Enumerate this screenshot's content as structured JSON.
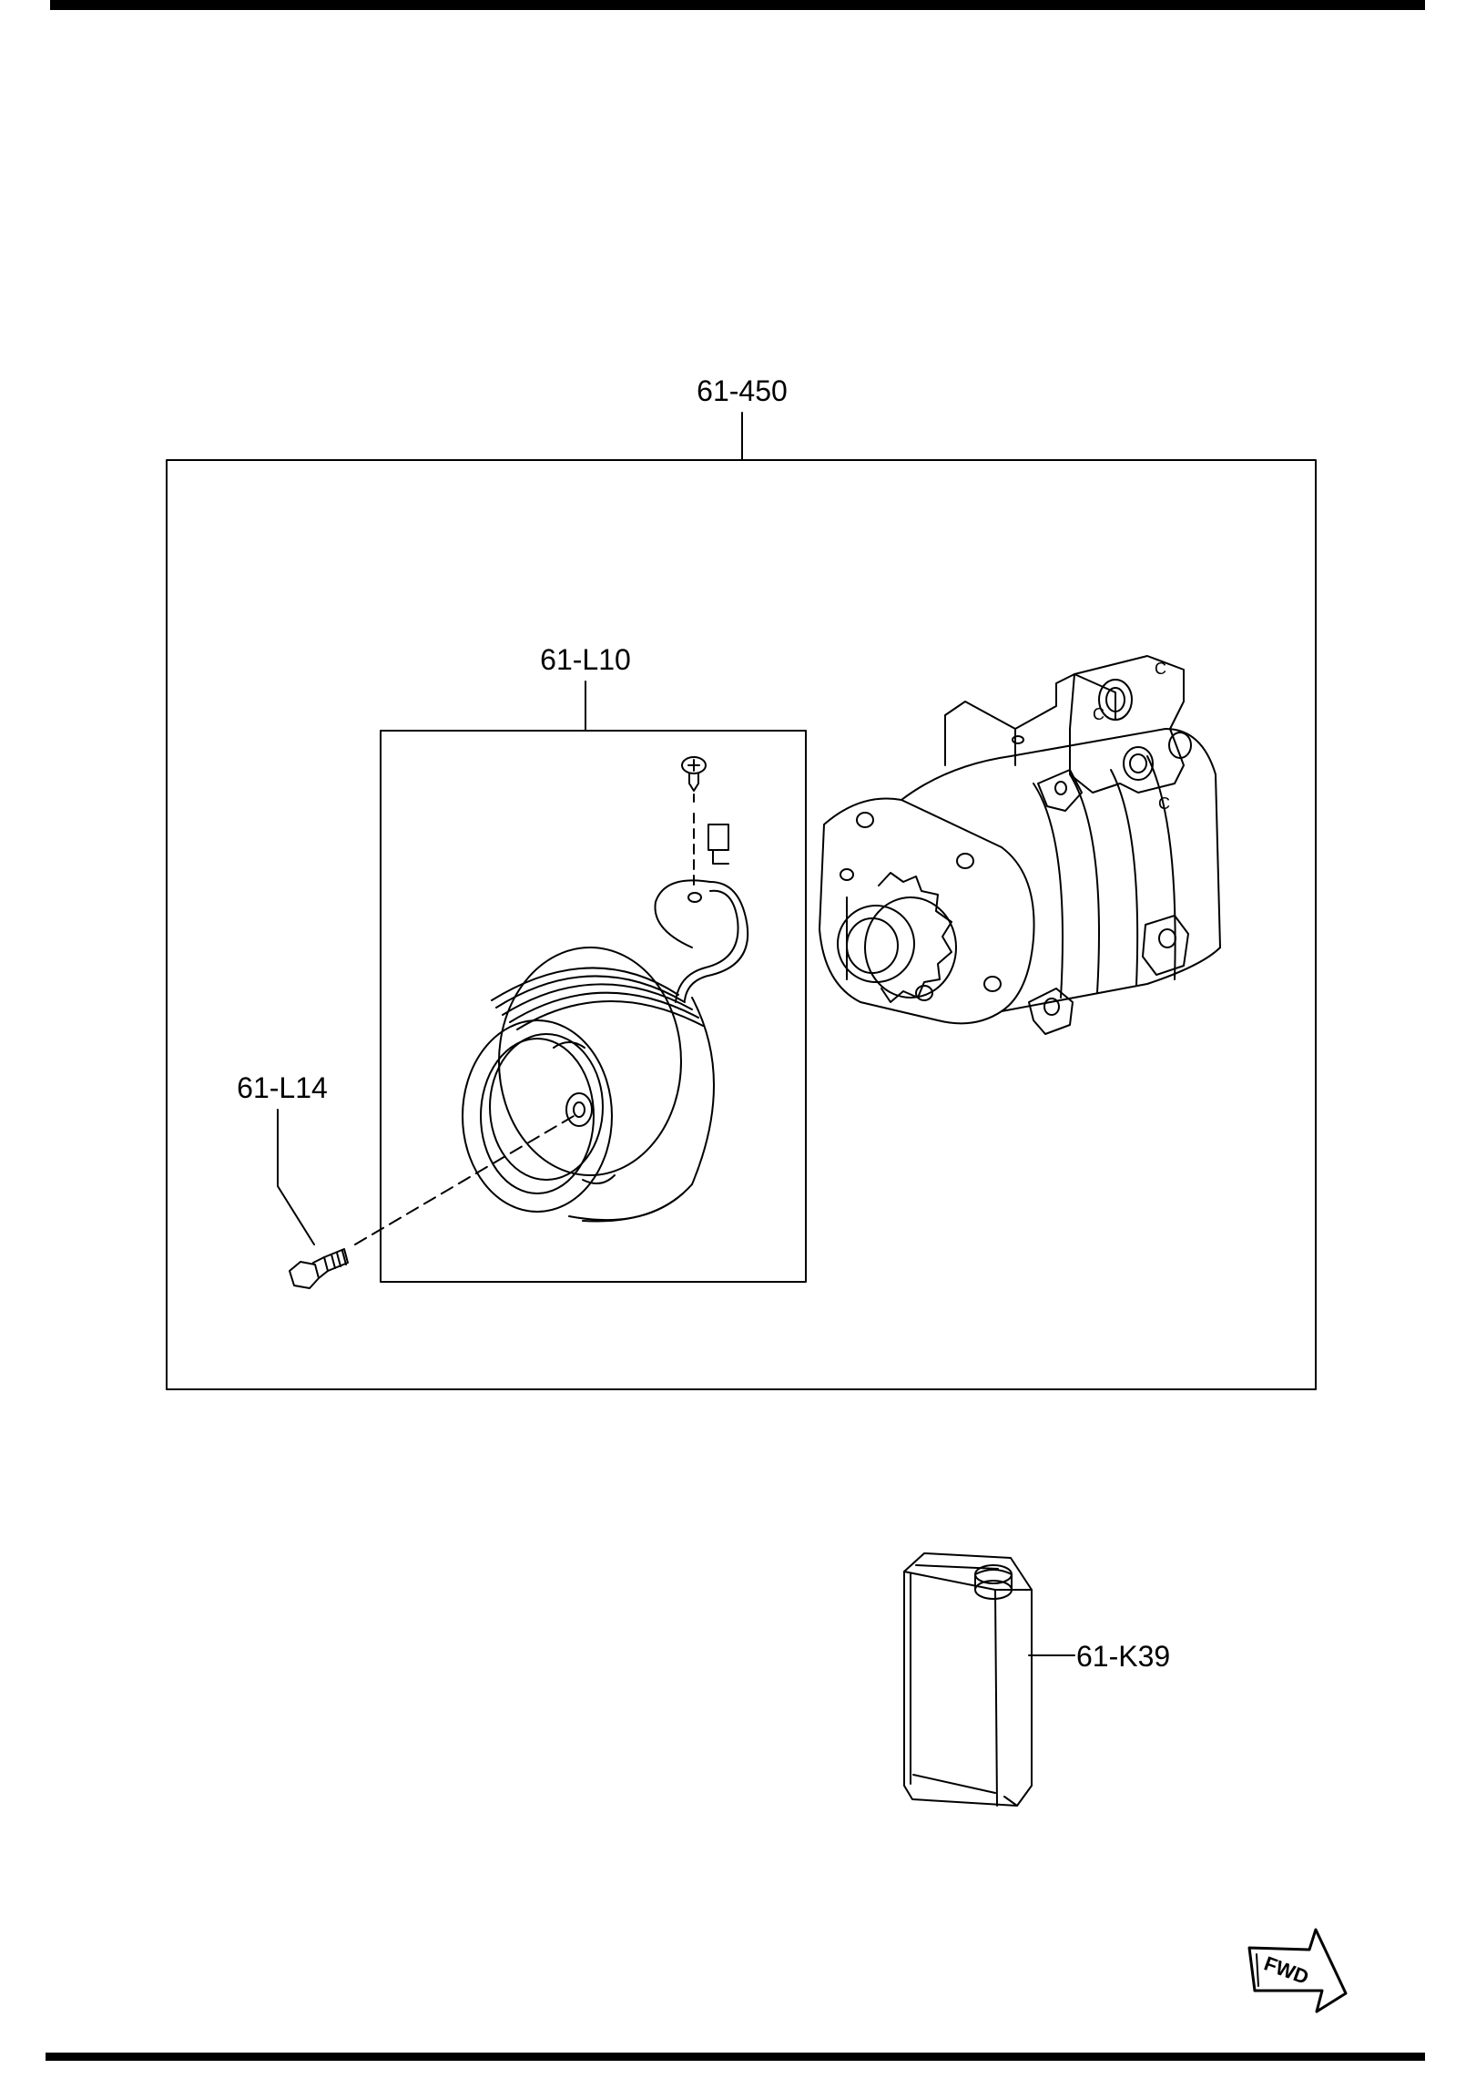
{
  "diagram": {
    "callouts": {
      "assembly": "61-450",
      "clutch": "61-L10",
      "bolt": "61-L14",
      "oil": "61-K39"
    },
    "direction_badge": "FWD"
  }
}
